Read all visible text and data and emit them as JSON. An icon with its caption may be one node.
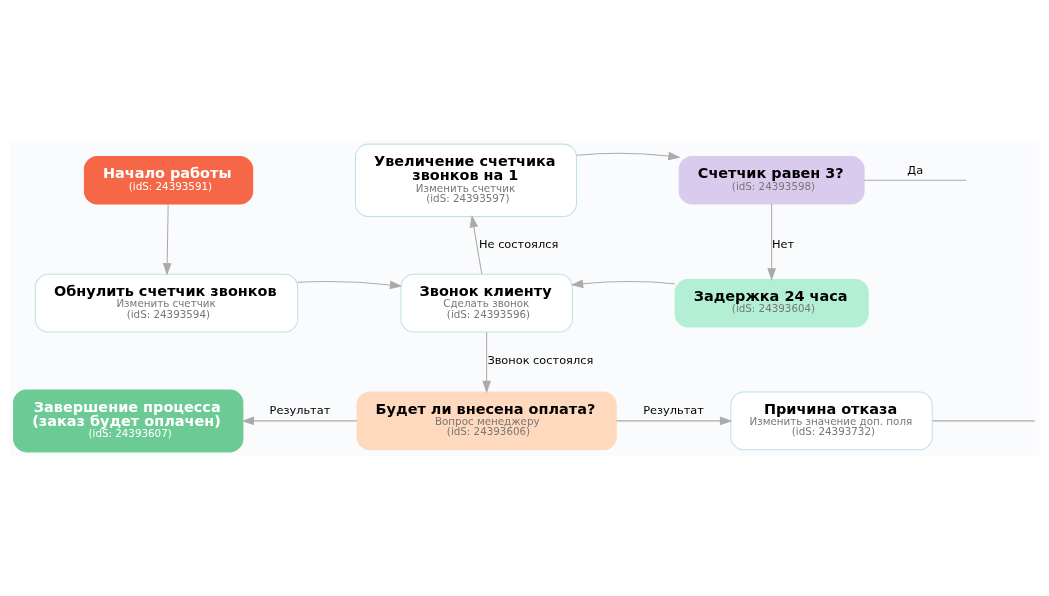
{
  "diagram": {
    "nodes": [
      {
        "text": [
          "Начало работы",
          "(idS: 24393591)"
        ]
      },
      {
        "text": [
          "Увеличение счетчика звонков на 1",
          "Изменить счетчик",
          "(idS: 24393597)"
        ]
      },
      {
        "text": [
          "Счетчик равен 3?",
          "(idS: 24393598)"
        ]
      },
      {
        "text": [
          "Обнулить счетчик звонков",
          "Изменить счетчик",
          "(idS: 24393594)"
        ]
      },
      {
        "text": [
          "Звонок клиенту",
          "Сделать звонок",
          "(idS: 24393596)"
        ]
      },
      {
        "text": [
          "Задержка 24 часа",
          "(idS: 24393604)"
        ]
      },
      {
        "text": [
          "Завершение процесса (заказ будет оплачен)",
          "(idS: 24393607)"
        ]
      },
      {
        "text": [
          "Будет ли внесена оплата?",
          "Вопрос менеджеру",
          "(idS: 24393606)"
        ]
      },
      {
        "text": [
          "Причина отказа",
          "Изменить значение доп. поля",
          "(idS: 24393732)"
        ]
      }
    ],
    "edges": [
      {
        "from": 0,
        "to": 3,
        "arrow": "to"
      },
      {
        "from": 3,
        "to": 4,
        "arrow": "to"
      },
      {
        "from": 4,
        "to": 1,
        "label": "Не состоялся",
        "arrow": "to"
      },
      {
        "from": 1,
        "to": 2,
        "arrow": "to"
      },
      {
        "from": 2,
        "to": null,
        "label": "Да",
        "arrow": "none"
      },
      {
        "from": 2,
        "to": 5,
        "label": "Нет",
        "arrow": "to"
      },
      {
        "from": 5,
        "to": 4,
        "arrow": "to"
      },
      {
        "from": 4,
        "to": 7,
        "label": "Звонок состоялся",
        "arrow": "to"
      },
      {
        "from": 7,
        "to": 6,
        "label": "Результат",
        "arrow": "to"
      },
      {
        "from": 7,
        "to": 8,
        "label": "Результат",
        "arrow": "to"
      },
      {
        "from": 8,
        "to": null,
        "arrow": "none"
      }
    ]
  }
}
